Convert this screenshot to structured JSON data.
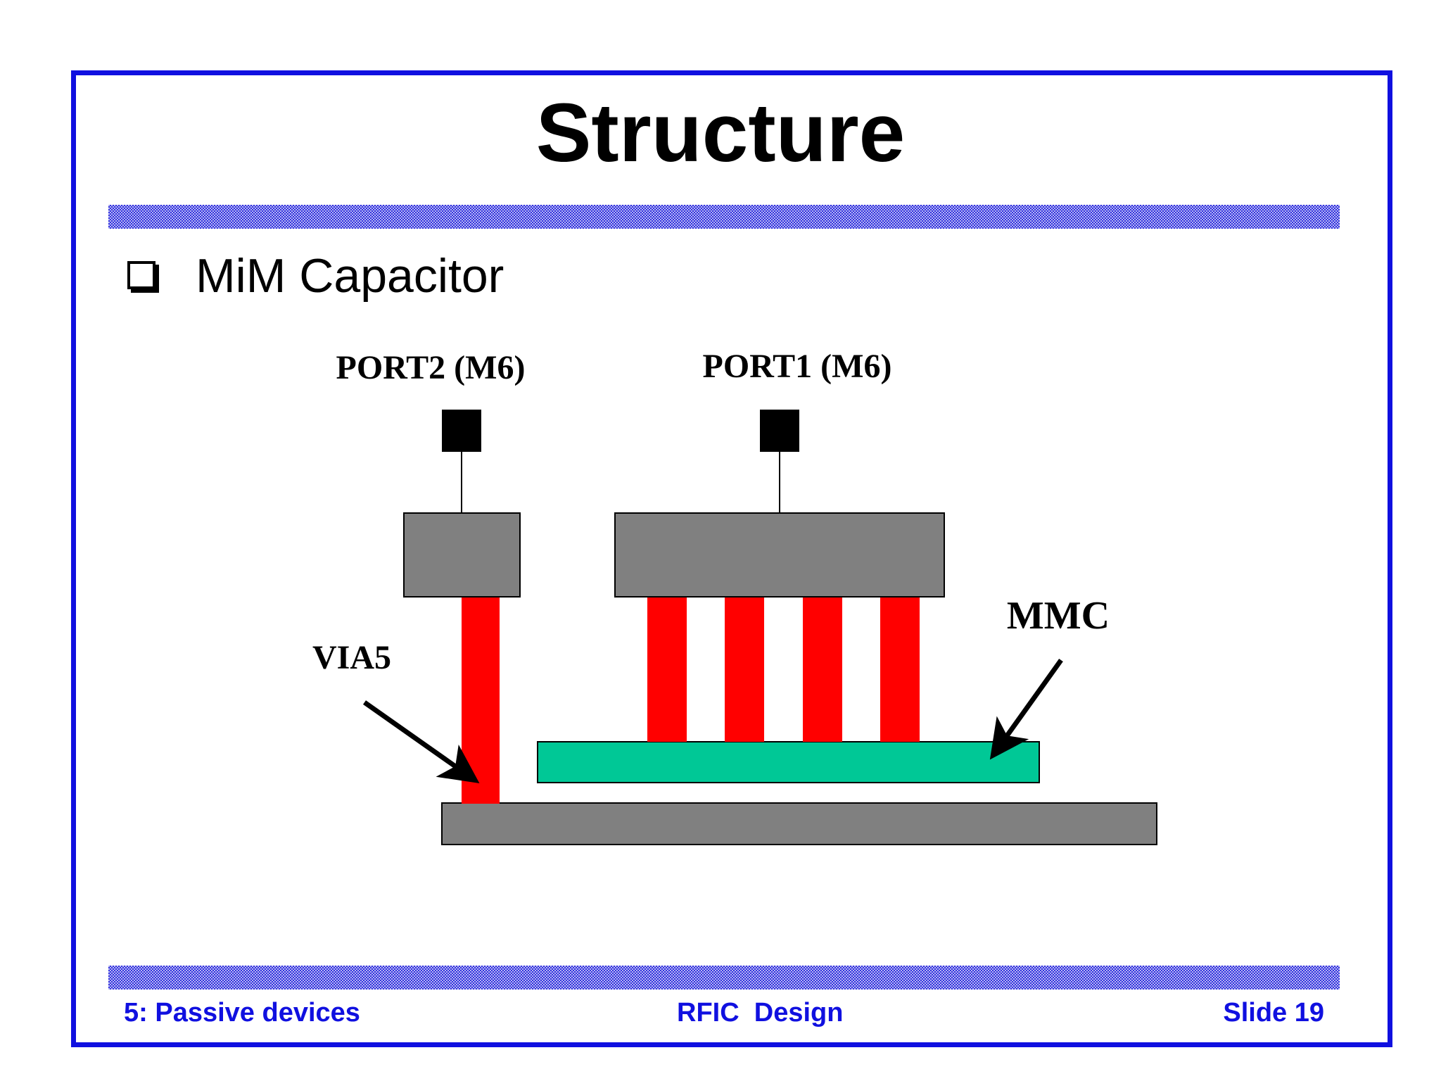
{
  "slide": {
    "title": "Structure",
    "bullet": "MiM Capacitor"
  },
  "diagram": {
    "labels": {
      "port2": "PORT2 (M6)",
      "port1": "PORT1 (M6)",
      "via5": "VIA5",
      "mmc": "MMC"
    },
    "colors": {
      "metal": "#808080",
      "via": "#ff0000",
      "mmc": "#00c896",
      "pad": "#000000"
    }
  },
  "footer": {
    "left": "5: Passive devices",
    "center": "RFIC  Design",
    "right": "Slide 19"
  },
  "theme": {
    "border_color": "#1010e0",
    "footer_color": "#1010e0"
  }
}
